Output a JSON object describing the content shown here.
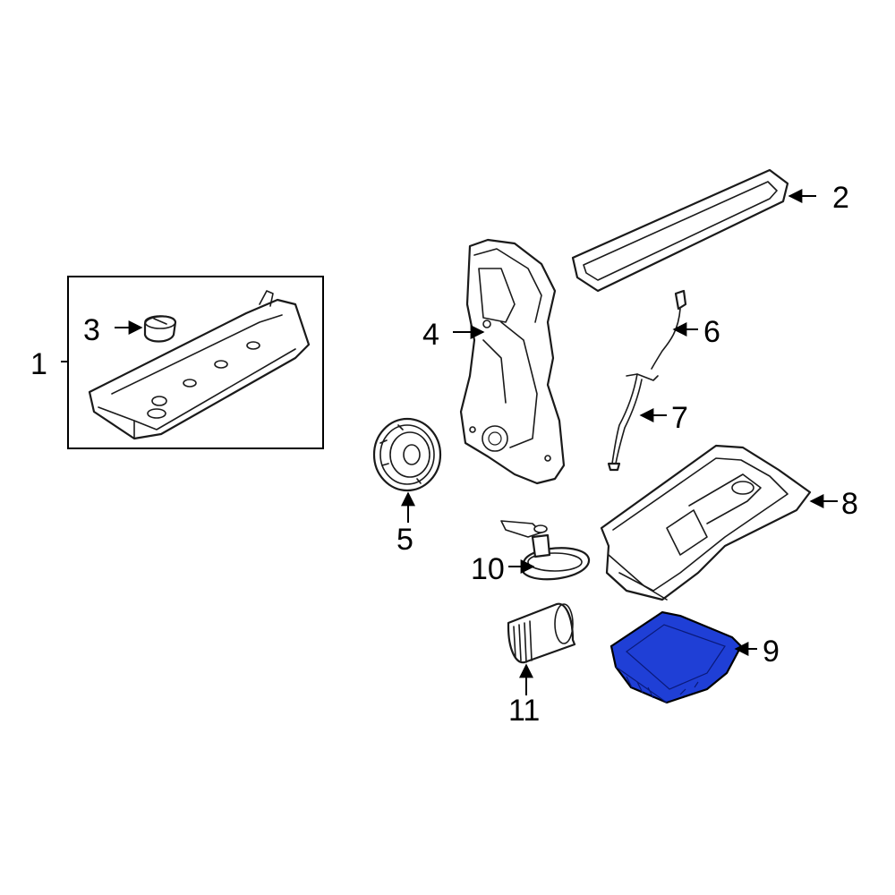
{
  "diagram": {
    "highlight_color": "#1f3fd6",
    "callouts": [
      {
        "id": "1",
        "label": "1"
      },
      {
        "id": "2",
        "label": "2"
      },
      {
        "id": "3",
        "label": "3"
      },
      {
        "id": "4",
        "label": "4"
      },
      {
        "id": "5",
        "label": "5"
      },
      {
        "id": "6",
        "label": "6"
      },
      {
        "id": "7",
        "label": "7"
      },
      {
        "id": "8",
        "label": "8"
      },
      {
        "id": "9",
        "label": "9"
      },
      {
        "id": "10",
        "label": "10"
      },
      {
        "id": "11",
        "label": "11"
      }
    ],
    "highlighted_callout": "9"
  }
}
